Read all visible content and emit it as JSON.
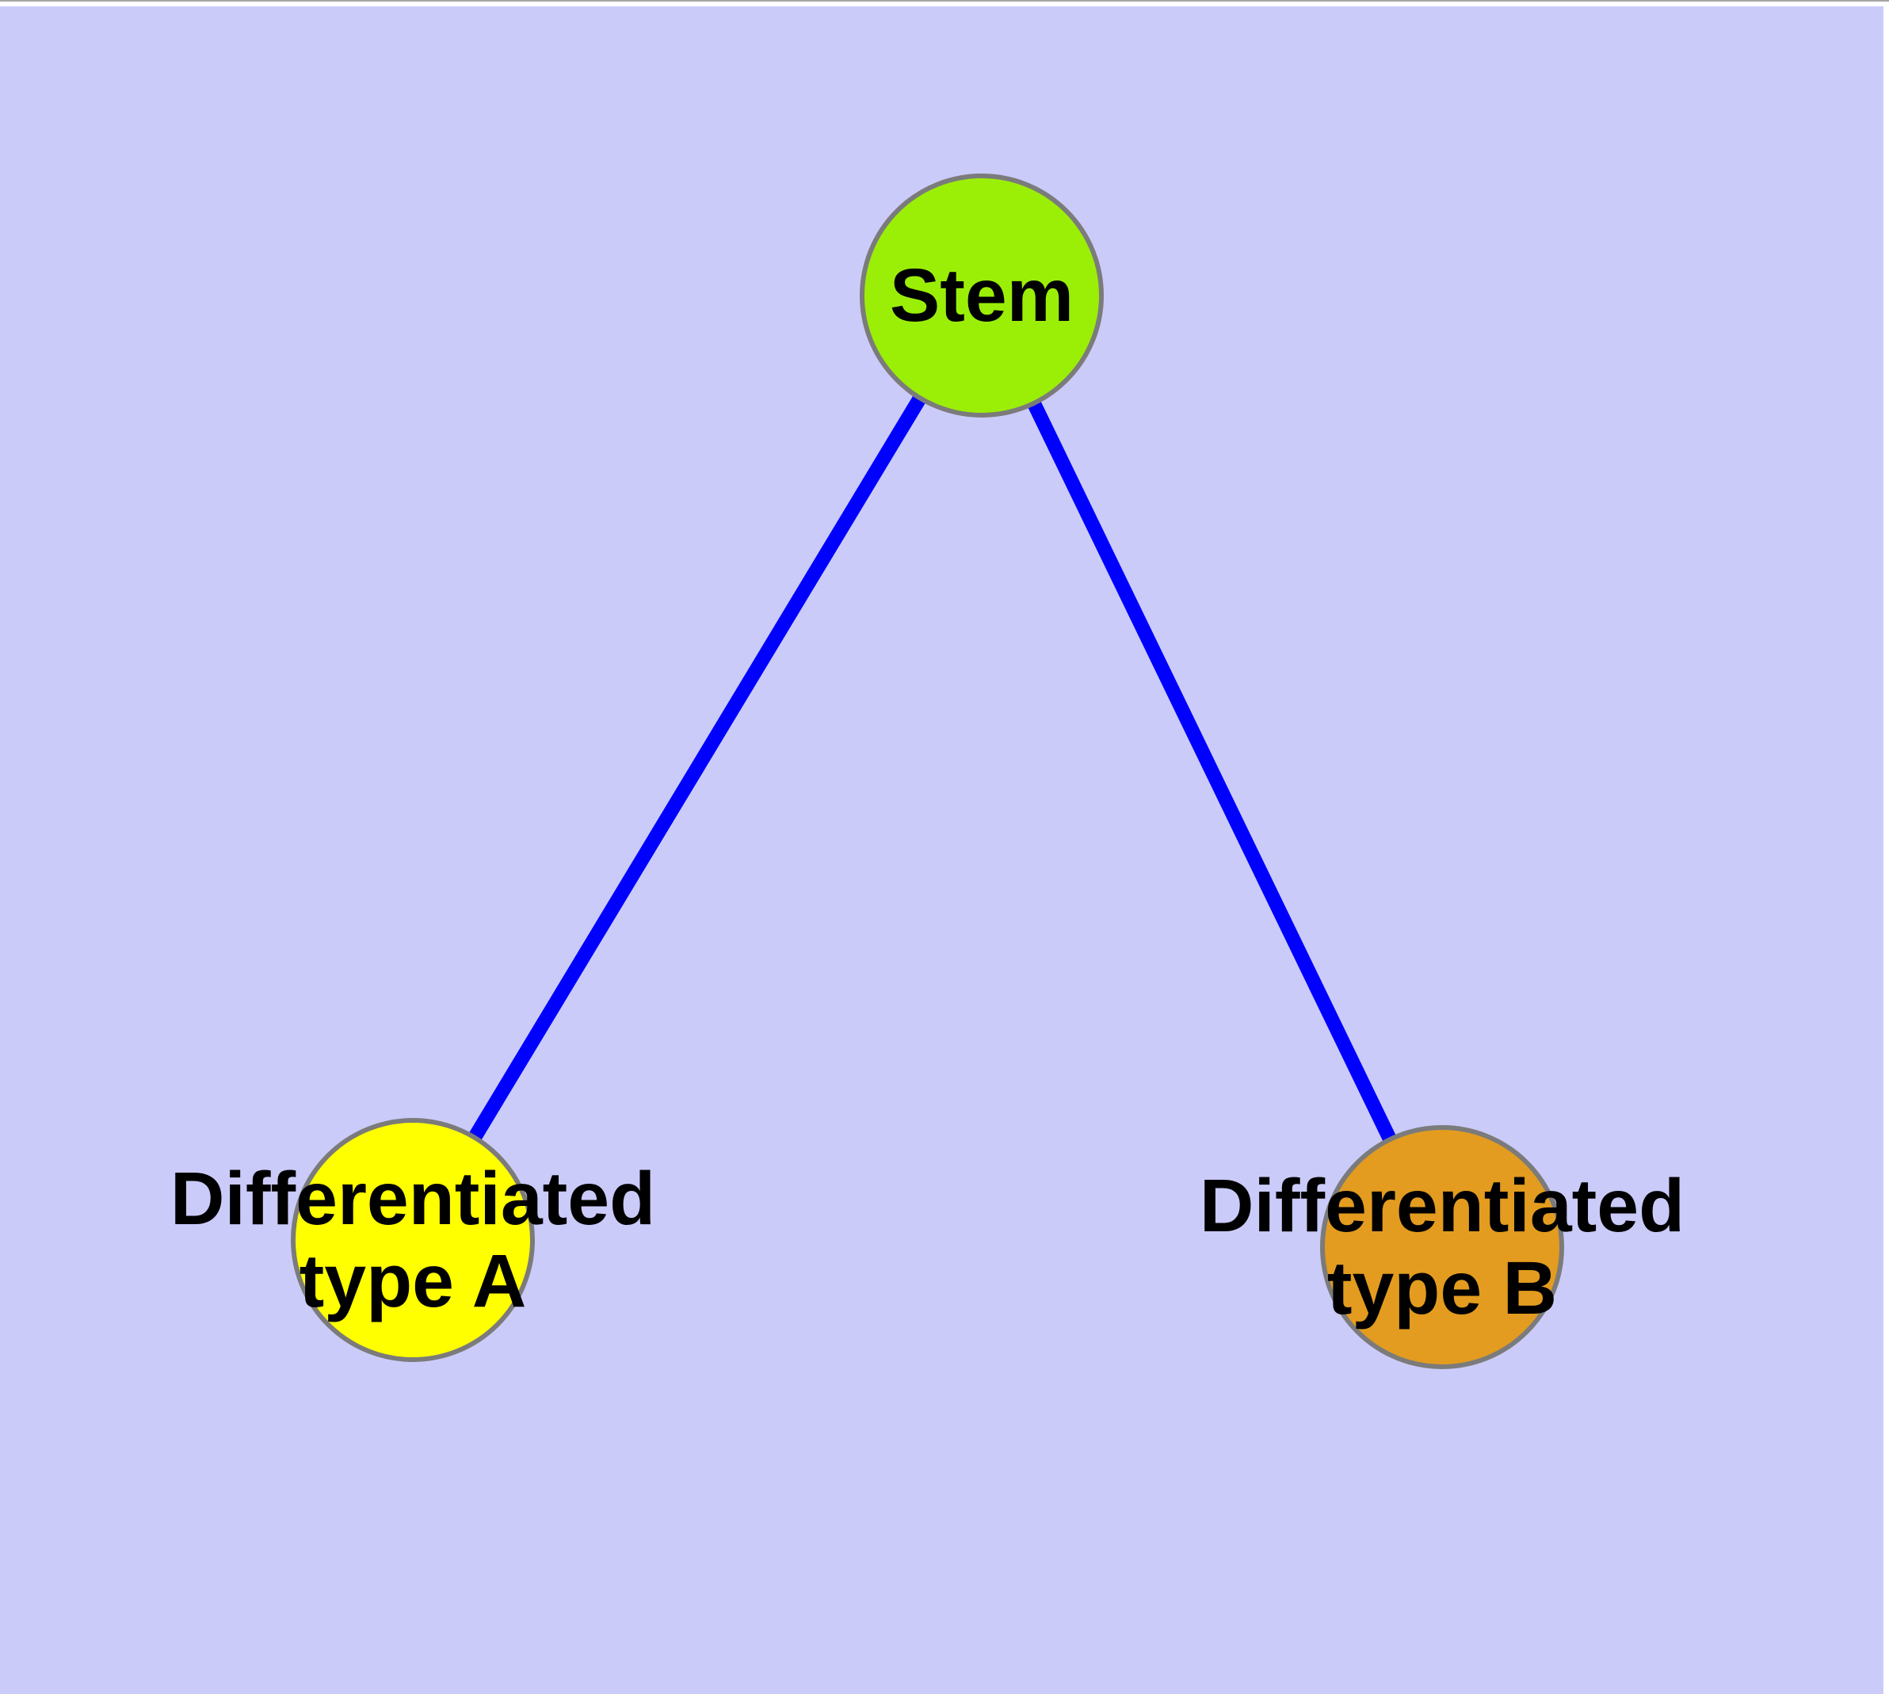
{
  "figure": {
    "background_color": "#CBCBFA",
    "margin_color": "#FFFFFF",
    "top_hairline_color": "#A6A6A6",
    "node_border_color": "#7B7B7B",
    "edge_color": "#0000FF",
    "label_color": "#000000"
  },
  "nodes": {
    "stem": {
      "label": "Stem",
      "color": "#9BEF07"
    },
    "type_a": {
      "label_line1": "Differentiated",
      "label_line2": "type A",
      "color": "#FFFF00"
    },
    "type_b": {
      "label_line1": "Differentiated",
      "label_line2": "type B",
      "color": "#E39C1F"
    }
  },
  "edges": [
    {
      "from": "Stem",
      "to": "Differentiated type A"
    },
    {
      "from": "Stem",
      "to": "Differentiated type B"
    }
  ]
}
